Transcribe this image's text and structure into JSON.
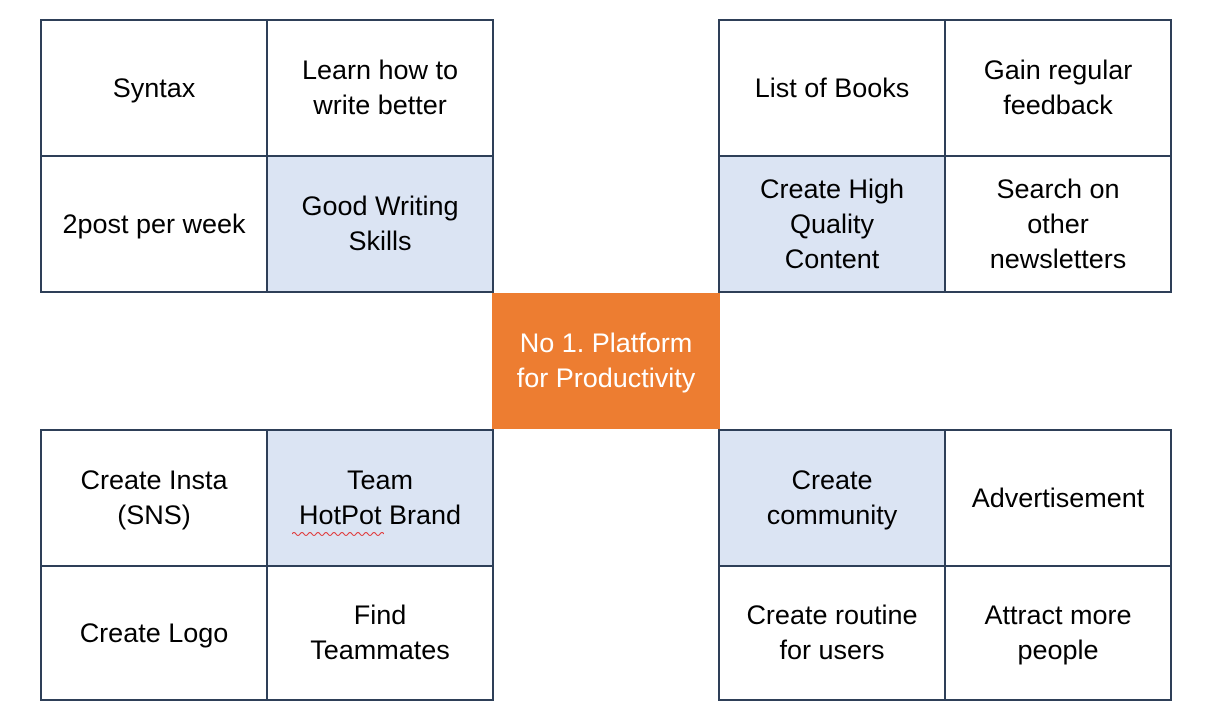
{
  "center": "No 1. Platform\nfor Productivity",
  "top_left": {
    "syntax": "Syntax",
    "learn": "Learn how to\nwrite better",
    "posts": "2post per week",
    "key": "Good Writing\nSkills"
  },
  "top_right": {
    "books": "List of Books",
    "feedback": "Gain regular\nfeedback",
    "key": "Create High\nQuality\nContent",
    "search": "Search on\nother\nnewsletters"
  },
  "bottom_left": {
    "insta": "Create Insta\n(SNS)",
    "key": "Team\nHotPot Brand",
    "logo": "Create Logo",
    "teammates": "Find\nTeammates"
  },
  "bottom_right": {
    "key": "Create\ncommunity",
    "ads": "Advertisement",
    "routine": "Create routine\nfor users",
    "attract": "Attract more\npeople"
  },
  "colors": {
    "center_fill": "#ed7d31",
    "key_fill": "#dbe4f3",
    "border": "#2e3f58"
  }
}
